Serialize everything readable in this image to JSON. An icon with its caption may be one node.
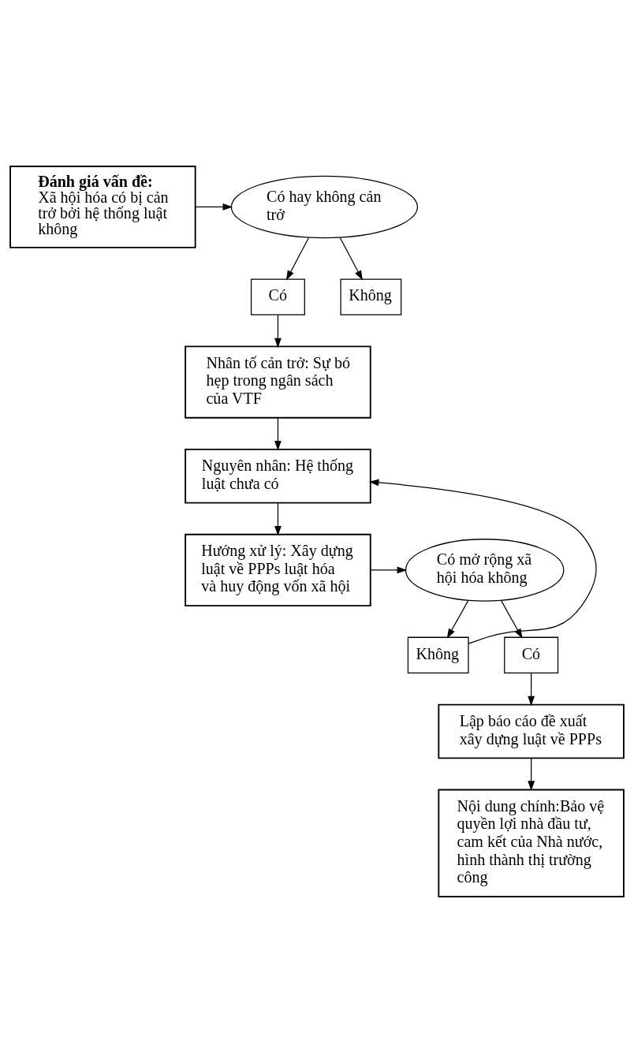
{
  "diagram": {
    "nodes": [
      {
        "text": [
          "**Đánh giá vấn đề:** Xã hội hóa có bị cản trở bởi hệ thống luật không"
        ]
      },
      {
        "text": [
          "Có hay không cản trở"
        ]
      },
      {
        "text": [
          "Có"
        ]
      },
      {
        "text": [
          "Không"
        ]
      },
      {
        "text": [
          "Nhân tố cản trở: Sự bó hẹp trong ngân sách của VTF"
        ]
      },
      {
        "text": [
          "Nguyên nhân: Hệ thống luật chưa có"
        ]
      },
      {
        "text": [
          "Hướng xử lý: Xây dựng luật về PPPs luật hóa và huy động vốn xã hội"
        ]
      },
      {
        "text": [
          "Có mở rộng xã hội hóa không"
        ]
      },
      {
        "text": [
          "Không"
        ]
      },
      {
        "text": [
          "Có"
        ]
      },
      {
        "text": [
          "Lập báo cáo đề xuất xây dựng luật về PPPs"
        ]
      },
      {
        "text": [
          "Nội dung chính:Bảo vệ quyền lợi nhà đầu tư, cam kết của Nhà nước, hình thành thị trường công"
        ]
      }
    ],
    "edges": [
      {
        "from": 0,
        "to": 1,
        "arrow": "to"
      },
      {
        "from": 1,
        "to": 2,
        "arrow": "to"
      },
      {
        "from": 1,
        "to": 3,
        "arrow": "to"
      },
      {
        "from": 2,
        "to": 4,
        "arrow": "to"
      },
      {
        "from": 4,
        "to": 5,
        "arrow": "to"
      },
      {
        "from": 5,
        "to": 6,
        "arrow": "to"
      },
      {
        "from": 6,
        "to": 7,
        "arrow": "to"
      },
      {
        "from": 7,
        "to": 8,
        "arrow": "to"
      },
      {
        "from": 7,
        "to": 9,
        "arrow": "to"
      },
      {
        "from": 8,
        "to": 5,
        "arrow": "to"
      },
      {
        "from": 9,
        "to": 10,
        "arrow": "to"
      },
      {
        "from": 10,
        "to": 11,
        "arrow": "to"
      }
    ]
  }
}
